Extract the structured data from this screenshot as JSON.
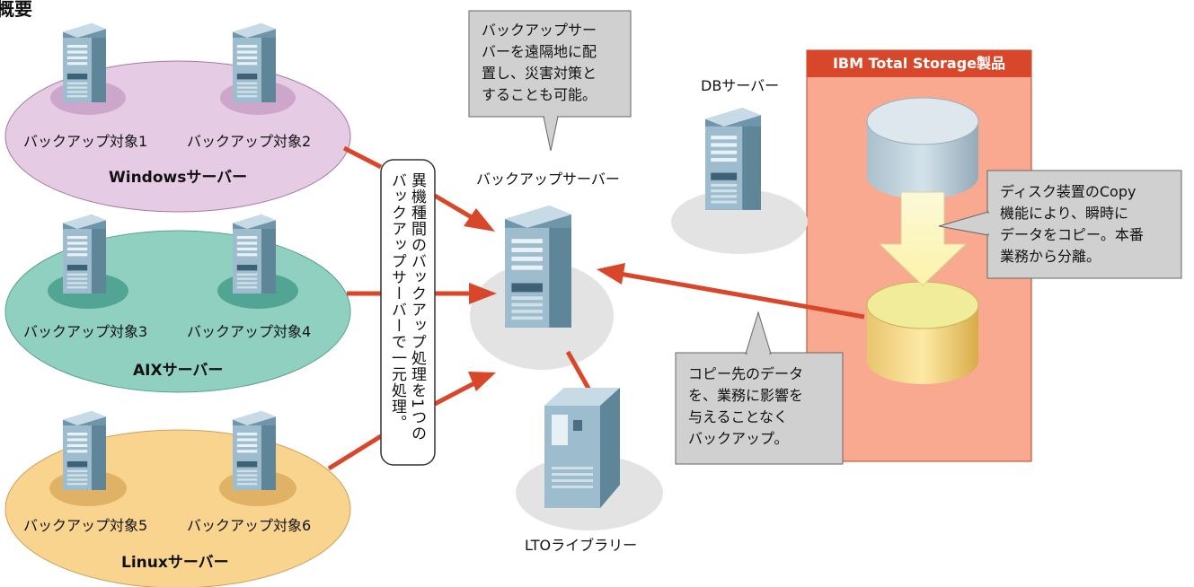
{
  "heading": "概要",
  "groups": [
    {
      "name": "Windowsサーバー",
      "targets": [
        "バックアップ対象1",
        "バックアップ対象2"
      ],
      "color": "#e6cbe4"
    },
    {
      "name": "AIXサーバー",
      "targets": [
        "バックアップ対象3",
        "バックアップ対象4"
      ],
      "color": "#8fd0c0"
    },
    {
      "name": "Linuxサーバー",
      "targets": [
        "バックアップ対象5",
        "バックアップ対象6"
      ],
      "color": "#f9d48e"
    }
  ],
  "backup_server_label": "バックアップサーバー",
  "db_server_label": "DBサーバー",
  "lto_label": "LTOライブラリー",
  "ibm_box_title": "IBM Total Storage製品",
  "vertical_note": [
    "異機種間のバックアップ処理を1つの",
    "バックアップサーバーで一元処理。"
  ],
  "callouts": {
    "remote": [
      "バックアップサー",
      "バーを遠隔地に配",
      "置し、災害対策と",
      "することも可能。"
    ],
    "disk_copy": [
      "ディスク装置のCopy",
      "機能により、瞬時に",
      "データをコピー。本番",
      "業務から分離。"
    ],
    "copy_dest": [
      "コピー先のデータ",
      "を、業務に影響を",
      "与えることなく",
      "バックアップ。"
    ]
  },
  "colors": {
    "arrow": "#d9472b",
    "ibm_header": "#d9472b",
    "ibm_body": "#f8a98f",
    "callout_fill": "#d0d0d0"
  }
}
